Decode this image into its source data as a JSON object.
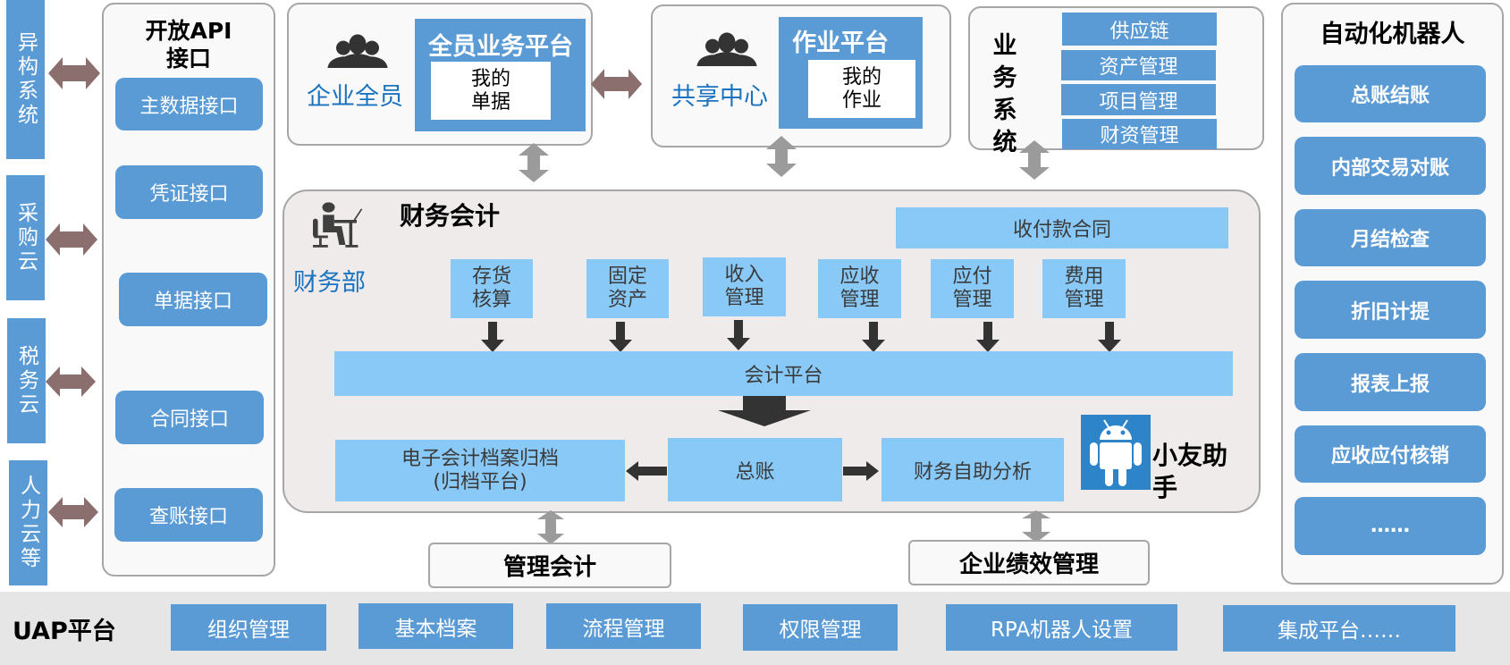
{
  "colors": {
    "accent_blue": "#5b9bd5",
    "light_blue": "#89c9f8",
    "label_blue": "#1a73c0",
    "arrow_brown": "#8b6e6e",
    "arrow_gray": "#9b9b9b",
    "arrow_dark": "#333333",
    "finance_panel_bg": "#eeebea",
    "uap_bar_bg": "#e6e6e6"
  },
  "external_systems": [
    {
      "label": "异构系统"
    },
    {
      "label": "采购云"
    },
    {
      "label": "税务云"
    },
    {
      "label": "人力云等"
    }
  ],
  "api_panel": {
    "title_line1": "开放API",
    "title_line2": "接口",
    "items": [
      {
        "label": "主数据接口"
      },
      {
        "label": "凭证接口"
      },
      {
        "label": "单据接口"
      },
      {
        "label": "合同接口"
      },
      {
        "label": "查账接口"
      }
    ]
  },
  "employee_panel": {
    "icon": "people-group-icon",
    "role_label": "企业全员",
    "platform_title": "全员业务平台",
    "inner_line1": "我的",
    "inner_line2": "单据"
  },
  "shared_center_panel": {
    "icon": "people-group-icon",
    "role_label": "共享中心",
    "platform_title": "作业平台",
    "inner_line1": "我的",
    "inner_line2": "作业"
  },
  "business_systems": {
    "title": "业务系统",
    "items": [
      {
        "label": "供应链"
      },
      {
        "label": "资产管理"
      },
      {
        "label": "项目管理"
      },
      {
        "label": "财资管理"
      }
    ]
  },
  "finance_accounting": {
    "icon": "desk-worker-icon",
    "dept_label": "财务部",
    "title": "财务会计",
    "contract_bar": "收付款合同",
    "modules": [
      {
        "line1": "存货",
        "line2": "核算"
      },
      {
        "line1": "固定",
        "line2": "资产"
      },
      {
        "line1": "收入",
        "line2": "管理"
      },
      {
        "line1": "应收",
        "line2": "管理"
      },
      {
        "line1": "应付",
        "line2": "管理"
      },
      {
        "line1": "费用",
        "line2": "管理"
      }
    ],
    "platform_bar": "会计平台",
    "archive_line1": "电子会计档案归档",
    "archive_line2": "(归档平台)",
    "general_ledger": "总账",
    "self_analysis": "财务自助分析",
    "assistant_icon": "android-robot-icon",
    "assistant_label": "小友助手"
  },
  "management_accounting": {
    "label": "管理会计"
  },
  "performance_management": {
    "label": "企业绩效管理"
  },
  "robot_panel": {
    "title": "自动化机器人",
    "items": [
      {
        "label": "总账结账"
      },
      {
        "label": "内部交易对账"
      },
      {
        "label": "月结检查"
      },
      {
        "label": "折旧计提"
      },
      {
        "label": "报表上报"
      },
      {
        "label": "应收应付核销"
      },
      {
        "label": "……"
      }
    ]
  },
  "uap_bar": {
    "title": "UAP平台",
    "items": [
      {
        "label": "组织管理"
      },
      {
        "label": "基本档案"
      },
      {
        "label": "流程管理"
      },
      {
        "label": "权限管理"
      },
      {
        "label": "RPA机器人设置"
      },
      {
        "label": "集成平台……"
      }
    ]
  }
}
